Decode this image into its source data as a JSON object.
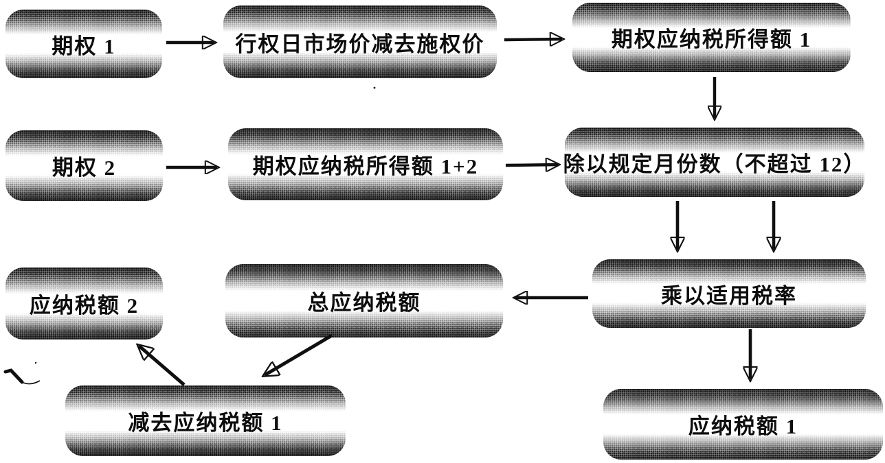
{
  "diagram": {
    "description_language": "zh",
    "colors": {
      "ink": "#111111",
      "box_shade": "#525252",
      "paper": "#ffffff"
    },
    "nodes": [
      {
        "id": "option-1",
        "label": "期权 1"
      },
      {
        "id": "exercise-minus-strike",
        "label": "行权日市场价减去施权价"
      },
      {
        "id": "taxable-income-1",
        "label": "期权应纳税所得额 1"
      },
      {
        "id": "option-2",
        "label": "期权 2"
      },
      {
        "id": "taxable-income-1-2",
        "label": "期权应纳税所得额 1+2"
      },
      {
        "id": "divide-months",
        "label": "除以规定月份数（不超过 12）"
      },
      {
        "id": "tax-payable-2",
        "label": "应纳税额 2"
      },
      {
        "id": "total-tax-payable",
        "label": "总应纳税额"
      },
      {
        "id": "multiply-rate",
        "label": "乘以适用税率"
      },
      {
        "id": "subtract-tax-1",
        "label": "减去应纳税额 1"
      },
      {
        "id": "tax-payable-1",
        "label": "应纳税额 1"
      }
    ],
    "edges": [
      {
        "from": "option-1",
        "to": "exercise-minus-strike"
      },
      {
        "from": "exercise-minus-strike",
        "to": "taxable-income-1"
      },
      {
        "from": "taxable-income-1",
        "to": "divide-months"
      },
      {
        "from": "option-2",
        "to": "taxable-income-1-2"
      },
      {
        "from": "taxable-income-1-2",
        "to": "divide-months"
      },
      {
        "from": "divide-months",
        "to": "multiply-rate"
      },
      {
        "from": "divide-months",
        "to": "multiply-rate"
      },
      {
        "from": "multiply-rate",
        "to": "total-tax-payable"
      },
      {
        "from": "multiply-rate",
        "to": "tax-payable-1"
      },
      {
        "from": "total-tax-payable",
        "to": "subtract-tax-1"
      },
      {
        "from": "subtract-tax-1",
        "to": "tax-payable-2"
      }
    ]
  }
}
